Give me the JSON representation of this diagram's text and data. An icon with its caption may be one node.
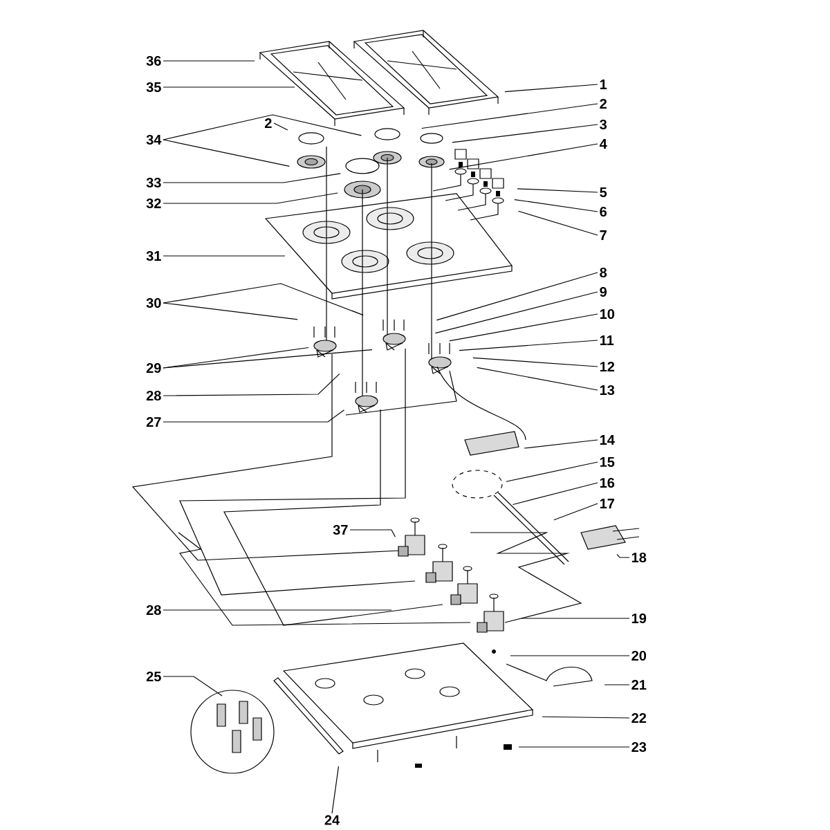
{
  "diagram": {
    "nodes": [
      {
        "text": [
          "36"
        ]
      },
      {
        "text": [
          "1"
        ]
      },
      {
        "text": [
          "35"
        ]
      },
      {
        "text": [
          "2"
        ]
      },
      {
        "text": [
          "3"
        ]
      },
      {
        "text": [
          "2"
        ]
      },
      {
        "text": [
          "34"
        ]
      },
      {
        "text": [
          "4"
        ]
      },
      {
        "text": [
          "33"
        ]
      },
      {
        "text": [
          "5"
        ]
      },
      {
        "text": [
          "32"
        ]
      },
      {
        "text": [
          "6"
        ]
      },
      {
        "text": [
          "7"
        ]
      },
      {
        "text": [
          "31"
        ]
      },
      {
        "text": [
          "8"
        ]
      },
      {
        "text": [
          "9"
        ]
      },
      {
        "text": [
          "30"
        ]
      },
      {
        "text": [
          "10"
        ]
      },
      {
        "text": [
          "11"
        ]
      },
      {
        "text": [
          "12"
        ]
      },
      {
        "text": [
          "29"
        ]
      },
      {
        "text": [
          "13"
        ]
      },
      {
        "text": [
          "28"
        ]
      },
      {
        "text": [
          "27"
        ]
      },
      {
        "text": [
          "14"
        ]
      },
      {
        "text": [
          "15"
        ]
      },
      {
        "text": [
          "16"
        ]
      },
      {
        "text": [
          "17"
        ]
      },
      {
        "text": [
          "37"
        ]
      },
      {
        "text": [
          "18"
        ]
      },
      {
        "text": [
          "28"
        ]
      },
      {
        "text": [
          "19"
        ]
      },
      {
        "text": [
          "20"
        ]
      },
      {
        "text": [
          "25"
        ]
      },
      {
        "text": [
          "21"
        ]
      },
      {
        "text": [
          "22"
        ]
      },
      {
        "text": [
          "23"
        ]
      },
      {
        "text": [
          "24"
        ]
      }
    ],
    "edges": [
      {
        "from": 0,
        "to": null,
        "arrow": "none"
      },
      {
        "from": 1,
        "to": null,
        "arrow": "none"
      },
      {
        "from": 2,
        "to": null,
        "arrow": "none"
      },
      {
        "from": 3,
        "to": null,
        "arrow": "none"
      },
      {
        "from": 4,
        "to": null,
        "arrow": "none"
      },
      {
        "from": 5,
        "to": null,
        "arrow": "none"
      },
      {
        "from": 6,
        "to": null,
        "arrow": "none"
      },
      {
        "from": 6,
        "to": null,
        "arrow": "none"
      },
      {
        "from": 7,
        "to": null,
        "arrow": "none"
      },
      {
        "from": 8,
        "to": null,
        "arrow": "none"
      },
      {
        "from": 9,
        "to": null,
        "arrow": "none"
      },
      {
        "from": 10,
        "to": null,
        "arrow": "none"
      },
      {
        "from": 11,
        "to": null,
        "arrow": "none"
      },
      {
        "from": 12,
        "to": null,
        "arrow": "none"
      },
      {
        "from": 13,
        "to": null,
        "arrow": "none"
      },
      {
        "from": 14,
        "to": null,
        "arrow": "none"
      },
      {
        "from": 15,
        "to": null,
        "arrow": "none"
      },
      {
        "from": 16,
        "to": null,
        "arrow": "none"
      },
      {
        "from": 16,
        "to": null,
        "arrow": "none"
      },
      {
        "from": 17,
        "to": null,
        "arrow": "none"
      },
      {
        "from": 18,
        "to": null,
        "arrow": "none"
      },
      {
        "from": 19,
        "to": null,
        "arrow": "none"
      },
      {
        "from": 20,
        "to": null,
        "arrow": "none"
      },
      {
        "from": 20,
        "to": null,
        "arrow": "none"
      },
      {
        "from": 21,
        "to": null,
        "arrow": "none"
      },
      {
        "from": 22,
        "to": null,
        "arrow": "none"
      },
      {
        "from": 23,
        "to": null,
        "arrow": "none"
      },
      {
        "from": 24,
        "to": null,
        "arrow": "none"
      },
      {
        "from": 25,
        "to": null,
        "arrow": "none"
      },
      {
        "from": 26,
        "to": null,
        "arrow": "none"
      },
      {
        "from": 27,
        "to": null,
        "arrow": "none"
      },
      {
        "from": 28,
        "to": null,
        "arrow": "none"
      },
      {
        "from": 29,
        "to": null,
        "arrow": "none"
      },
      {
        "from": 30,
        "to": null,
        "arrow": "none"
      },
      {
        "from": 31,
        "to": null,
        "arrow": "none"
      },
      {
        "from": 32,
        "to": null,
        "arrow": "none"
      },
      {
        "from": 33,
        "to": null,
        "arrow": "none"
      },
      {
        "from": 34,
        "to": null,
        "arrow": "none"
      },
      {
        "from": 35,
        "to": null,
        "arrow": "none"
      },
      {
        "from": 36,
        "to": null,
        "arrow": "none"
      },
      {
        "from": 37,
        "to": null,
        "arrow": "none"
      }
    ]
  }
}
